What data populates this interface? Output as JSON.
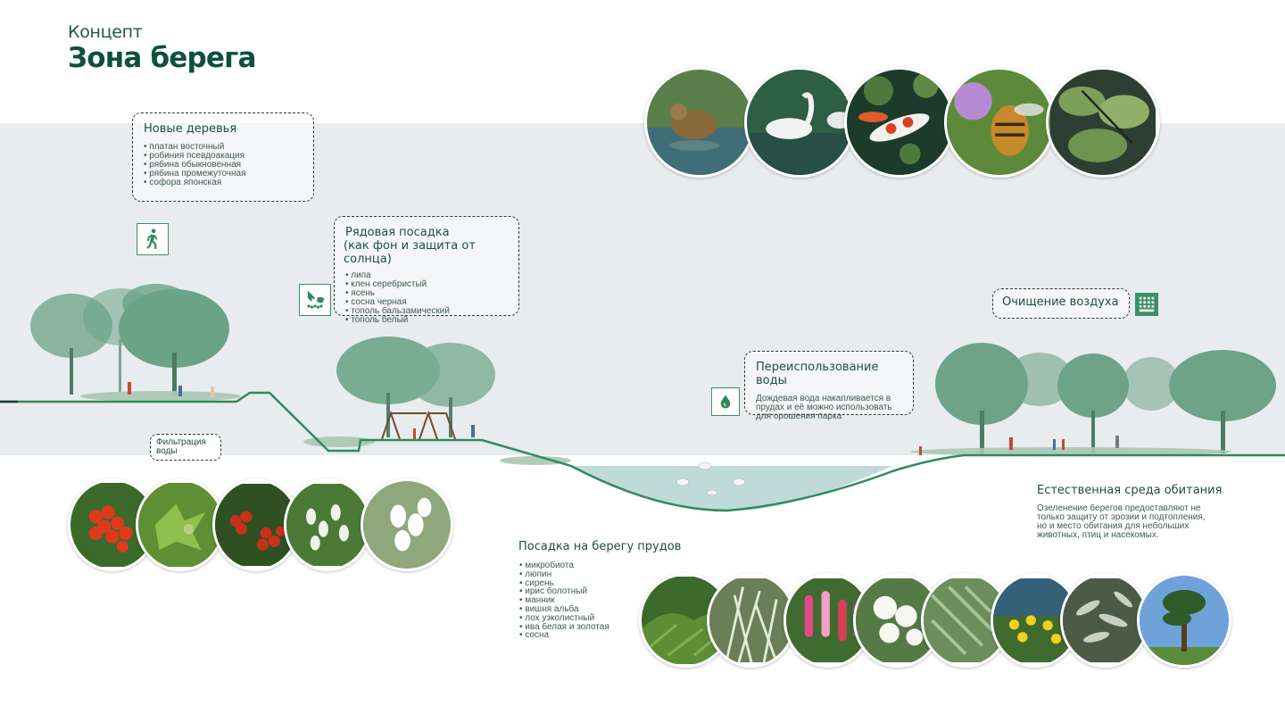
{
  "header": {
    "subtitle": "Концепт",
    "title": "Зона берега"
  },
  "boxes": {
    "new_trees": {
      "title": "Новые деревья",
      "items": [
        "платан восточный",
        "робиния псевдоакация",
        "рябина обыкновенная",
        "рябина промежуточная",
        "софора японская"
      ]
    },
    "row_planting": {
      "title_line1": "Рядовая посадка",
      "title_line2": "(как фон и защита от солнца)",
      "items": [
        "липа",
        "клен серебристый",
        "ясень",
        "сосна черная",
        "тополь бальзамический",
        "тополь белый"
      ]
    },
    "water_reuse": {
      "title": "Переиспользование воды",
      "text_line1": "Дождевая вода накапливается в",
      "text_line2": "прудах и её можно использовать",
      "text_line3": "для орошения парка"
    },
    "air": {
      "title": "Очищение воздуха"
    }
  },
  "filtration": {
    "line1": "Фильтрация",
    "line2": "воды"
  },
  "habitat": {
    "title": "Естественная среда обитания",
    "line1": "Озеленение берегов предоставляют не",
    "line2": "только защиту от эрозии и подтопления,",
    "line3": "но и место обитания для небольших",
    "line4": "животных, птиц и насекомых."
  },
  "pond_planting": {
    "title": "Посадка на берегу прудов",
    "items": [
      "микробиота",
      "люпин",
      "сирень",
      "ирис болотный",
      "манник",
      "вишня альба",
      "лох узколистный",
      "ива белая и золотая",
      "сосна"
    ]
  },
  "icons": {
    "walk": "walking-person-icon",
    "planting": "planting-hand-icon",
    "water": "water-drop-icon",
    "air": "air-filter-icon"
  },
  "colors": {
    "brand": "#0f4f3e",
    "accent": "#3b8f6a",
    "band": "#e8ecee",
    "water": "#b9d6d4",
    "tree": "#5f9c7c"
  }
}
